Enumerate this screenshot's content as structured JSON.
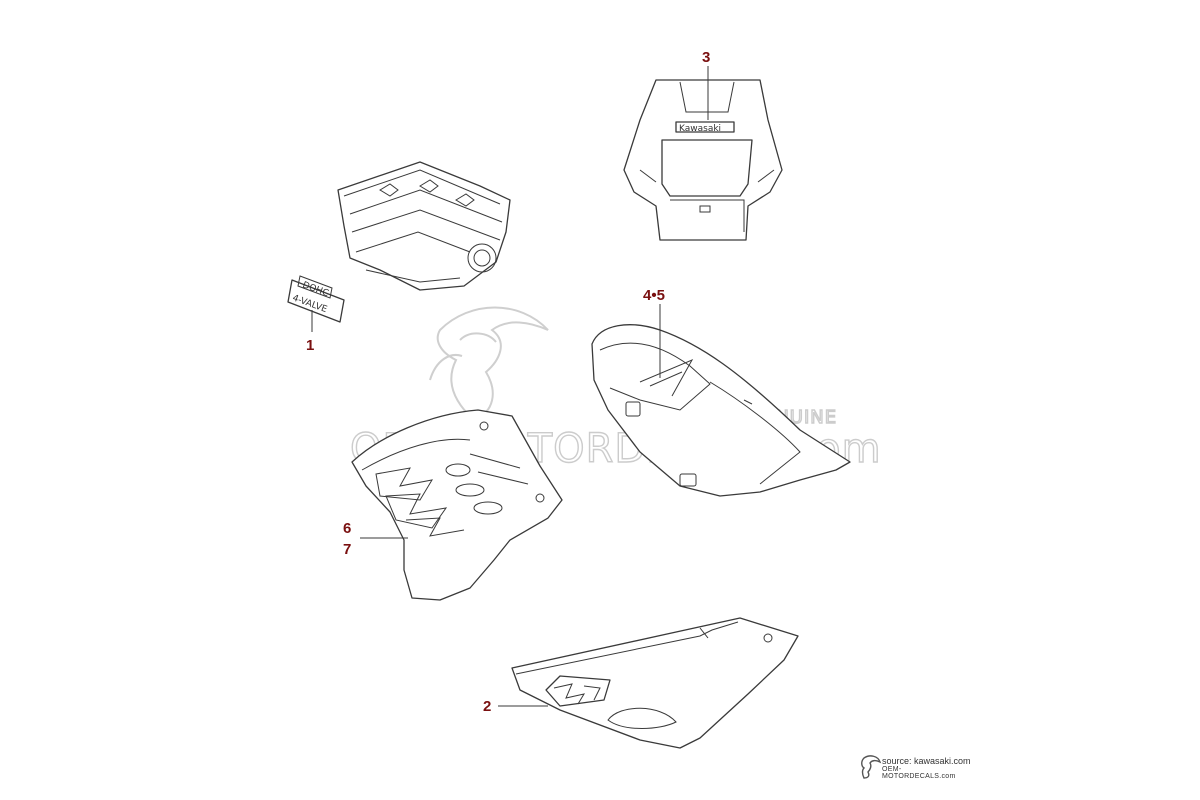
{
  "callouts": {
    "c1": "1",
    "c2": "2",
    "c3": "3",
    "c45": "4•5",
    "c6": "6",
    "c7": "7"
  },
  "decal_texts": {
    "dohc": "DOHC",
    "valve": "4-VALVE",
    "brand": "Kawasaki"
  },
  "watermark": {
    "main": "OEM-MOTORDECALS.com",
    "genuine": "GENUINE"
  },
  "source": {
    "line1": "source: kawasaki.com",
    "line2": "OEM-MOTORDECALS.com"
  },
  "colors": {
    "callout": "#7a1010",
    "line": "#3a3a3a",
    "watermark": "#cccccc"
  }
}
